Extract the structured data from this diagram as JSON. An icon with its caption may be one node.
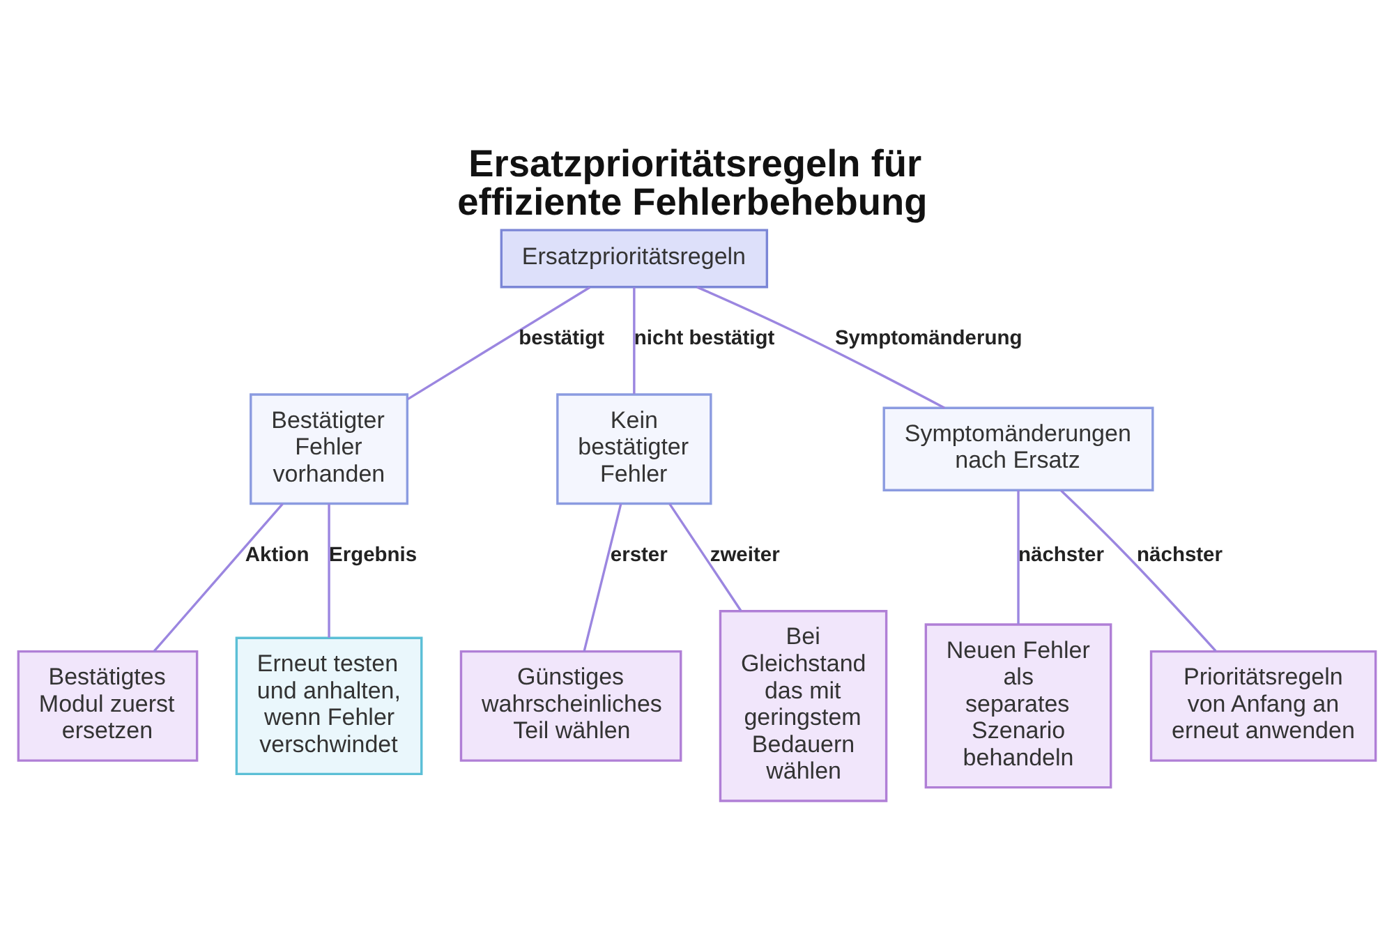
{
  "diagram": {
    "title": "Ersatzprioritätsregeln für effiziente Fehlerbehebung",
    "nodes": [
      {
        "text": [
          "Ersatzprioritätsregeln"
        ]
      },
      {
        "text": [
          "Bestätigter Fehler vorhanden"
        ]
      },
      {
        "text": [
          "Kein bestätigter Fehler"
        ]
      },
      {
        "text": [
          "Symptomänderungen nach Ersatz"
        ]
      },
      {
        "text": [
          "Bestätigtes Modul zuerst ersetzen"
        ]
      },
      {
        "text": [
          "Erneut testen und anhalten, wenn Fehler verschwindet"
        ]
      },
      {
        "text": [
          "Günstiges wahrscheinliches Teil wählen"
        ]
      },
      {
        "text": [
          "Bei Gleichstand das mit geringstem Bedauern wählen"
        ]
      },
      {
        "text": [
          "Neuen Fehler als separates Szenario behandeln"
        ]
      },
      {
        "text": [
          "Prioritätsregeln von Anfang an erneut anwenden"
        ]
      }
    ],
    "edges": [
      {
        "from": 0,
        "to": 1,
        "arrow": "none",
        "label": "bestätigt"
      },
      {
        "from": 0,
        "to": 2,
        "arrow": "none",
        "label": "nicht bestätigt"
      },
      {
        "from": 0,
        "to": 3,
        "arrow": "none",
        "label": "Symptomänderung"
      },
      {
        "from": 1,
        "to": 4,
        "arrow": "none",
        "label": "Aktion"
      },
      {
        "from": 1,
        "to": 5,
        "arrow": "none",
        "label": "Ergebnis"
      },
      {
        "from": 2,
        "to": 6,
        "arrow": "none",
        "label": "erster"
      },
      {
        "from": 2,
        "to": 7,
        "arrow": "none",
        "label": "zweiter"
      },
      {
        "from": 3,
        "to": 8,
        "arrow": "none",
        "label": "nächster"
      },
      {
        "from": 3,
        "to": 9,
        "arrow": "none",
        "label": "nächster"
      }
    ]
  }
}
